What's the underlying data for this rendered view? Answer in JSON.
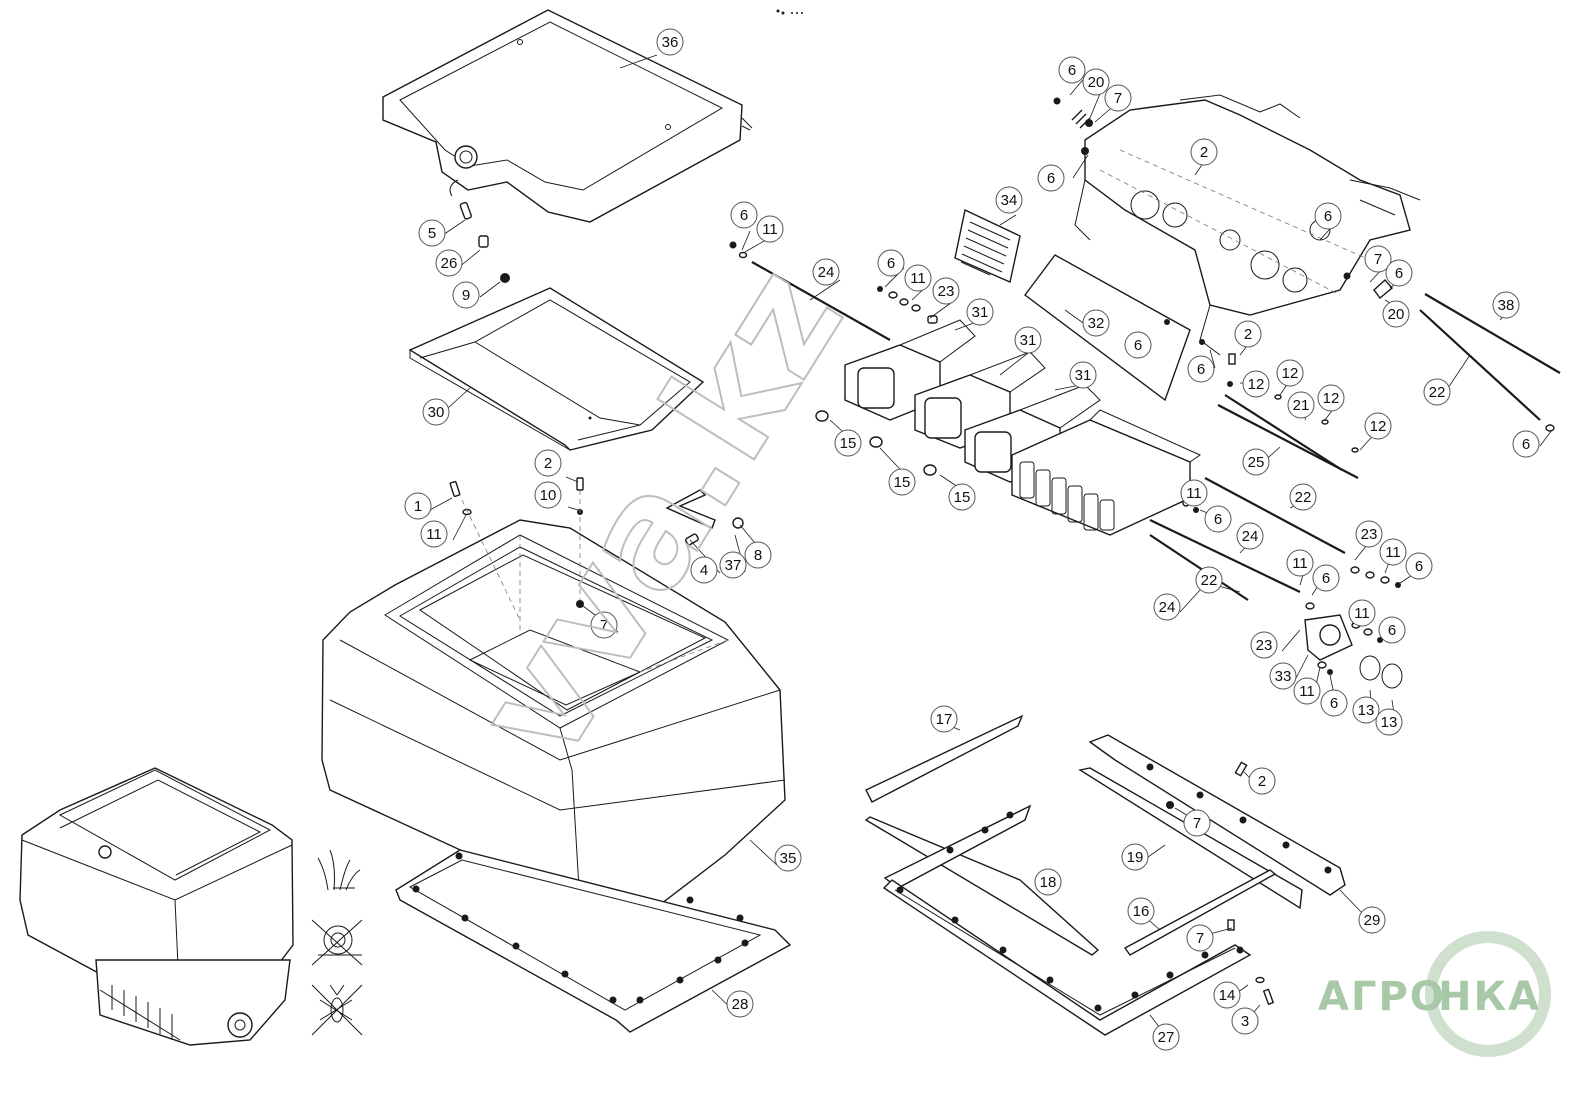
{
  "diagram": {
    "callouts": [
      {
        "id": "c36",
        "label": "36"
      },
      {
        "id": "c5",
        "label": "5"
      },
      {
        "id": "c26",
        "label": "26"
      },
      {
        "id": "c9",
        "label": "9"
      },
      {
        "id": "c30",
        "label": "30"
      },
      {
        "id": "c2a",
        "label": "2"
      },
      {
        "id": "c10",
        "label": "10"
      },
      {
        "id": "c1",
        "label": "1"
      },
      {
        "id": "c11a",
        "label": "11"
      },
      {
        "id": "c7a",
        "label": "7"
      },
      {
        "id": "c4",
        "label": "4"
      },
      {
        "id": "c37",
        "label": "37"
      },
      {
        "id": "c8",
        "label": "8"
      },
      {
        "id": "c35",
        "label": "35"
      },
      {
        "id": "c28",
        "label": "28"
      },
      {
        "id": "c6a",
        "label": "6"
      },
      {
        "id": "c11b",
        "label": "11"
      },
      {
        "id": "c24a",
        "label": "24"
      },
      {
        "id": "c6b",
        "label": "6"
      },
      {
        "id": "c11c",
        "label": "11"
      },
      {
        "id": "c23a",
        "label": "23"
      },
      {
        "id": "c31a",
        "label": "31"
      },
      {
        "id": "c34",
        "label": "34"
      },
      {
        "id": "c31b",
        "label": "31"
      },
      {
        "id": "c31c",
        "label": "31"
      },
      {
        "id": "c32",
        "label": "32"
      },
      {
        "id": "c15a",
        "label": "15"
      },
      {
        "id": "c15b",
        "label": "15"
      },
      {
        "id": "c15c",
        "label": "15"
      },
      {
        "id": "c6c",
        "label": "6"
      },
      {
        "id": "c20a",
        "label": "20"
      },
      {
        "id": "c7b",
        "label": "7"
      },
      {
        "id": "c6d",
        "label": "6"
      },
      {
        "id": "c2b",
        "label": "2"
      },
      {
        "id": "c6e",
        "label": "6"
      },
      {
        "id": "c7c",
        "label": "7"
      },
      {
        "id": "c6f",
        "label": "6"
      },
      {
        "id": "c20b",
        "label": "20"
      },
      {
        "id": "c38",
        "label": "38"
      },
      {
        "id": "c6g",
        "label": "6"
      },
      {
        "id": "c2c",
        "label": "2"
      },
      {
        "id": "c6h",
        "label": "6"
      },
      {
        "id": "c12a",
        "label": "12"
      },
      {
        "id": "c12b",
        "label": "12"
      },
      {
        "id": "c21",
        "label": "21"
      },
      {
        "id": "c12c",
        "label": "12"
      },
      {
        "id": "c22a",
        "label": "22"
      },
      {
        "id": "c12d",
        "label": "12"
      },
      {
        "id": "c6i",
        "label": "6"
      },
      {
        "id": "c25",
        "label": "25"
      },
      {
        "id": "c11d",
        "label": "11"
      },
      {
        "id": "c6j",
        "label": "6"
      },
      {
        "id": "c22b",
        "label": "22"
      },
      {
        "id": "c24b",
        "label": "24"
      },
      {
        "id": "c23b",
        "label": "23"
      },
      {
        "id": "c11e",
        "label": "11"
      },
      {
        "id": "c6k",
        "label": "6"
      },
      {
        "id": "c11f",
        "label": "11"
      },
      {
        "id": "c6l",
        "label": "6"
      },
      {
        "id": "c22c",
        "label": "22"
      },
      {
        "id": "c24c",
        "label": "24"
      },
      {
        "id": "c11g",
        "label": "11"
      },
      {
        "id": "c6m",
        "label": "6"
      },
      {
        "id": "c23c",
        "label": "23"
      },
      {
        "id": "c33",
        "label": "33"
      },
      {
        "id": "c11h",
        "label": "11"
      },
      {
        "id": "c6n",
        "label": "6"
      },
      {
        "id": "c13a",
        "label": "13"
      },
      {
        "id": "c13b",
        "label": "13"
      },
      {
        "id": "c17",
        "label": "17"
      },
      {
        "id": "c2d",
        "label": "2"
      },
      {
        "id": "c7d",
        "label": "7"
      },
      {
        "id": "c19",
        "label": "19"
      },
      {
        "id": "c18",
        "label": "18"
      },
      {
        "id": "c29",
        "label": "29"
      },
      {
        "id": "c16",
        "label": "16"
      },
      {
        "id": "c7e",
        "label": "7"
      },
      {
        "id": "c14",
        "label": "14"
      },
      {
        "id": "c3",
        "label": "3"
      },
      {
        "id": "c27",
        "label": "27"
      }
    ],
    "label_block_lines": 6
  },
  "watermark": {
    "text": "vva.kz"
  },
  "logo": {
    "text_left": "АГРО",
    "text_right": "НКА",
    "color": "#a8c8a8"
  },
  "colors": {
    "line": "#1a1a1a",
    "callout_border": "#555555",
    "watermark": "#bdbdbd"
  }
}
